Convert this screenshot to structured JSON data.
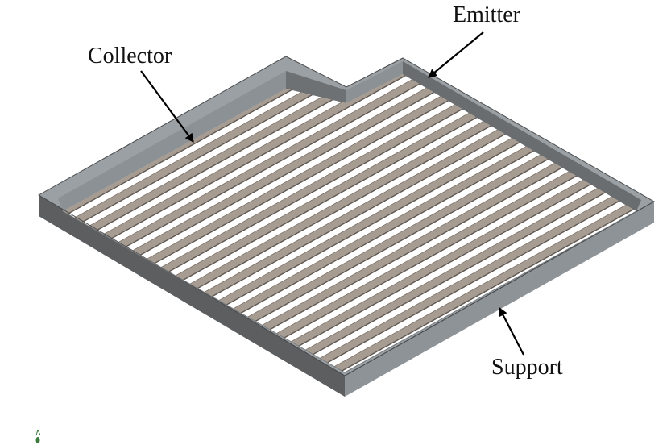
{
  "diagram": {
    "subject": "Isometric view of a grating assembly with collector and emitter strips in a support frame",
    "labels": {
      "collector": "Collector",
      "emitter": "Emitter",
      "support": "Support"
    },
    "colors": {
      "background": "#ffffff",
      "frame_top": "#9aa0a4",
      "frame_side_dark": "#5c5e60",
      "frame_side_light": "#8e9397",
      "frame_inner_wall": "#6e7174",
      "strip": "#a79c92",
      "strip_edge": "#7a7068",
      "gap": "#ffffff",
      "arrow": "#000000",
      "label_text": "#111111",
      "axis_glyph": "#3b7a3b"
    },
    "strip_count": 20
  }
}
